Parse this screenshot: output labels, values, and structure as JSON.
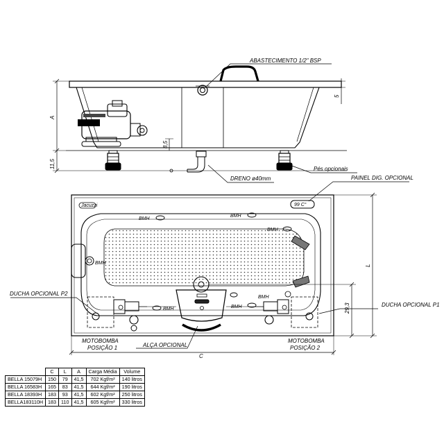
{
  "labels": {
    "supply": "ABASTECIMENTO 1/2\" BSP",
    "drain": "DRENO ø40mm",
    "feet": "Pés opcionais",
    "panel": "PAINEL DIG. OPCIONAL",
    "panel_display": "99 C°",
    "shower_p2": "DUCHA OPCIONAL P2",
    "shower_p1": "DUCHA OPCIONAL P1",
    "pump_pos1_line1": "MOTOBOMBA",
    "pump_pos1_line2": "POSIÇÃO 1",
    "pump_pos2_line1": "MOTOBOMBA",
    "pump_pos2_line2": "POSIÇÃO 2",
    "handle": "ALÇA OPCIONAL",
    "bmh": "BMH",
    "brand": "Jacuzzi"
  },
  "dimensions": {
    "A": "A",
    "five": "5",
    "eight_five": "8,5",
    "eleven_five": "11,5",
    "L": "L",
    "C": "C",
    "twentynine_three": "29,3"
  },
  "table": {
    "headers": [
      "C",
      "L",
      "A",
      "Carga Média",
      "Volume"
    ],
    "rows": [
      [
        "BELLA 15079H",
        "150",
        "79",
        "41,5",
        "702 Kgf/m²",
        "140 litros"
      ],
      [
        "BELLA 16583H",
        "165",
        "83",
        "41,5",
        "644 Kgf/m²",
        "190 litros"
      ],
      [
        "BELLA 18393H",
        "183",
        "93",
        "41,5",
        "602 Kgf/m²",
        "250 litros"
      ],
      [
        "BELLA183110H",
        "183",
        "110",
        "41,5",
        "605 Kgf/m²",
        "330 litros"
      ]
    ]
  }
}
